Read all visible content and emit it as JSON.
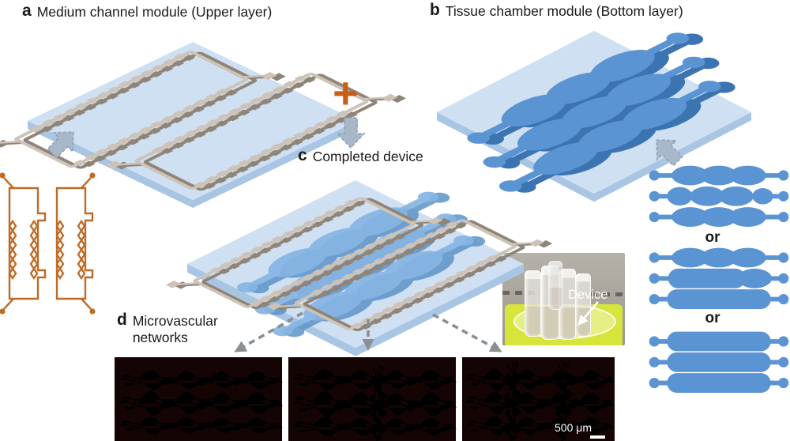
{
  "theme": {
    "bg": "#ffffff",
    "ink": "#1a1a1a",
    "slab": "#cfe0f3",
    "slab-edge": "#a9c5e4",
    "chamber": "#5b94d2",
    "chamber-dark": "#3c74b2",
    "chamber-light": "#86b5e3",
    "chamber-mid": "#5d93c8",
    "channel": "#cdc3b8",
    "channel-dark": "#8f8478",
    "schematic-orange": "#bf6b28",
    "plus-orange": "#c95f17",
    "arrow-fill": "#a9b7c9",
    "arrow-stroke": "#8ba2bd",
    "dash-gray": "#8a8f94",
    "micro-bg": "#140404",
    "micro-red": "#cf2410",
    "photo-green": "#d7e53a"
  },
  "panels": {
    "a": {
      "tag": "a",
      "title": "Medium channel module (Upper layer)"
    },
    "b": {
      "tag": "b",
      "title": "Tissue chamber module (Bottom layer)"
    },
    "c": {
      "tag": "c",
      "title": "Completed device"
    },
    "d": {
      "tag": "d",
      "title_line1": "Microvascular",
      "title_line2": "networks"
    }
  },
  "operators": {
    "plus": "+",
    "or_first": "or",
    "or_second": "or"
  },
  "photo": {
    "label": "Device"
  },
  "scale_bar": {
    "label": "500 μm"
  }
}
